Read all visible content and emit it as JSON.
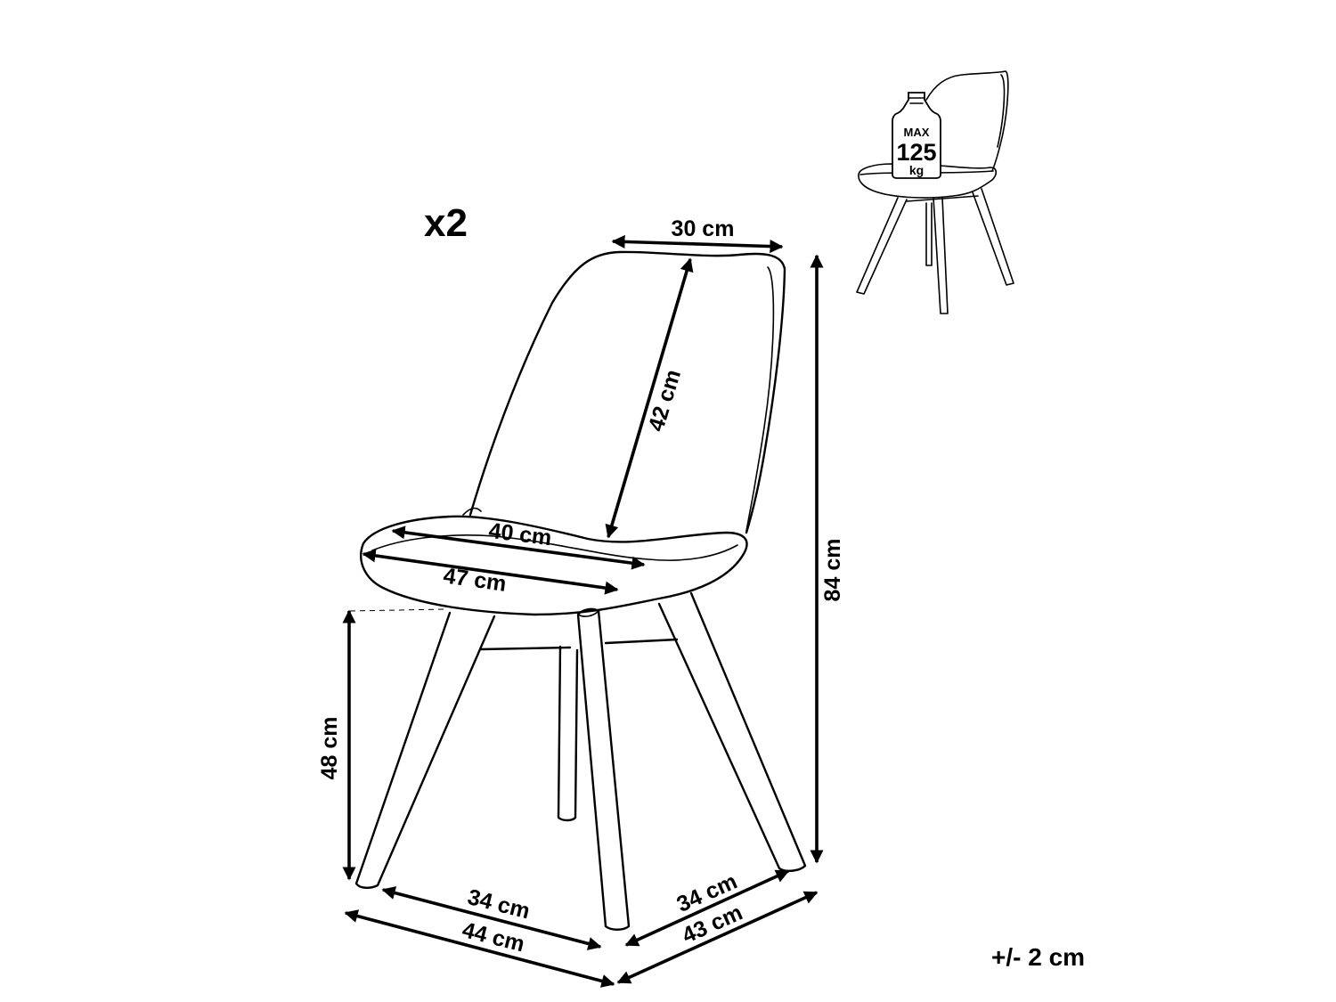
{
  "quantity_label": "x2",
  "tolerance_label": "+/- 2 cm",
  "max_load": {
    "top": "MAX",
    "value": "125",
    "unit": "kg"
  },
  "dimensions": {
    "top_width": "30 cm",
    "back_height": "42 cm",
    "total_height": "84 cm",
    "seat_depth": "40 cm",
    "seat_width": "47 cm",
    "seat_height": "48 cm",
    "front_leg_span": "34 cm",
    "base_width": "44 cm",
    "side_leg_span": "34 cm",
    "base_depth": "43 cm"
  },
  "colors": {
    "line": "#000000",
    "background": "#ffffff"
  }
}
